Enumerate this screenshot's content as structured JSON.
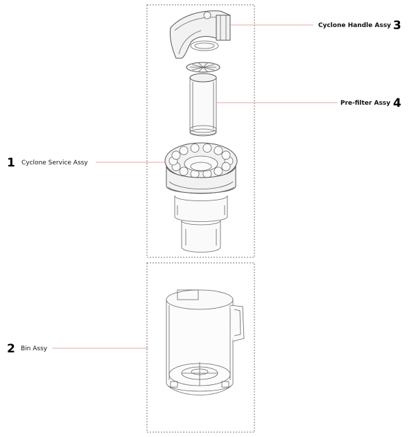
{
  "callouts": [
    {
      "number": "1",
      "label": "Cyclone Service Assy"
    },
    {
      "number": "2",
      "label": "Bin Assy"
    },
    {
      "number": "3",
      "label": "Cyclone Handle Assy"
    },
    {
      "number": "4",
      "label": "Pre-filter Assy"
    }
  ],
  "colors": {
    "leader": "#e8a3a3",
    "outline": "#555555"
  }
}
